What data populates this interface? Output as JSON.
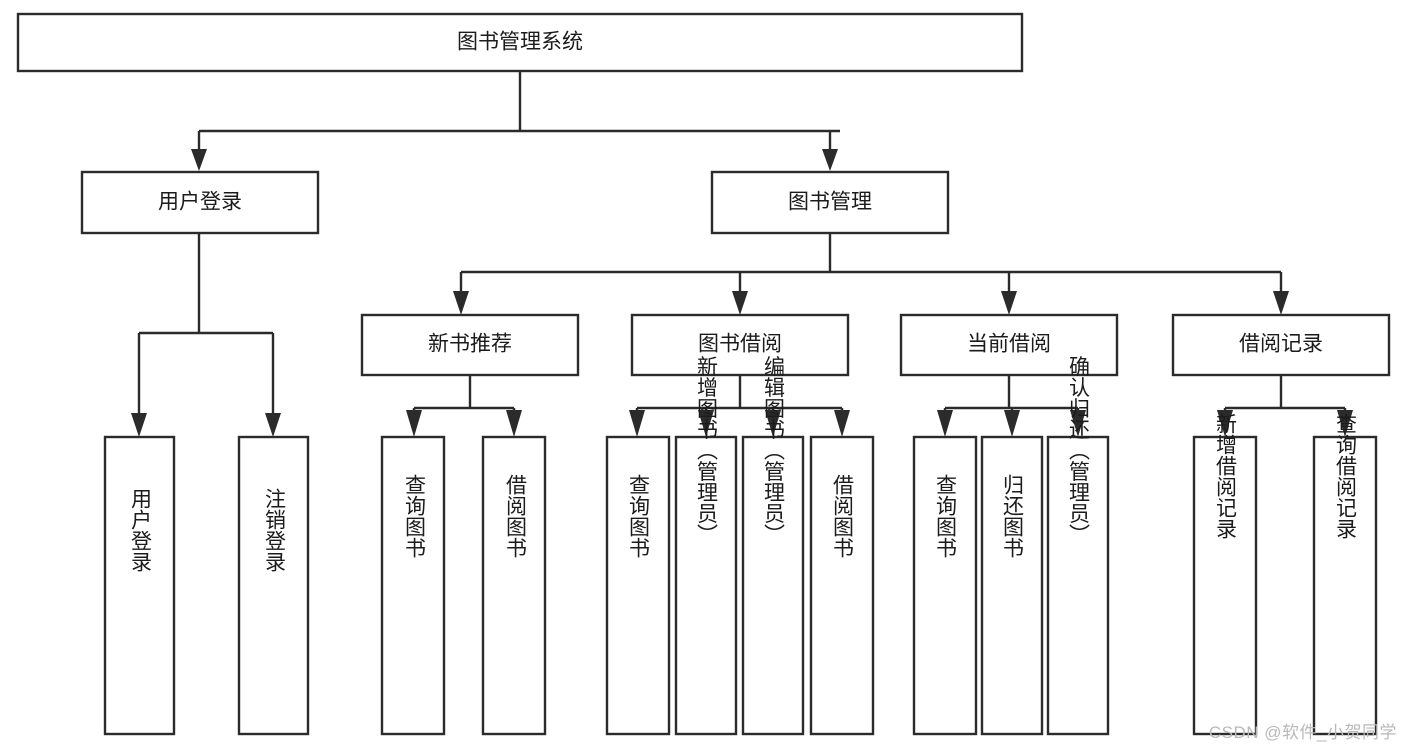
{
  "diagram": {
    "type": "tree",
    "title": "图书管理系统",
    "orientation": "top-down",
    "colors": {
      "stroke": "#2b2b2b",
      "fill": "#ffffff",
      "text": "#1b1b1b",
      "background": "#ffffff",
      "watermark": "#b9b9b9"
    },
    "nodes": {
      "root": {
        "label": "图书管理系统",
        "level": 0,
        "orientation": "horizontal"
      },
      "user_login": {
        "label": "用户登录",
        "level": 1,
        "orientation": "horizontal"
      },
      "book_manage": {
        "label": "图书管理",
        "level": 1,
        "orientation": "horizontal"
      },
      "new_book_rec": {
        "label": "新书推荐",
        "level": 2,
        "orientation": "horizontal"
      },
      "book_borrow": {
        "label": "图书借阅",
        "level": 2,
        "orientation": "horizontal"
      },
      "current_borrow": {
        "label": "当前借阅",
        "level": 2,
        "orientation": "horizontal"
      },
      "borrow_record": {
        "label": "借阅记录",
        "level": 2,
        "orientation": "horizontal"
      },
      "leaf_user_login": {
        "label": "用户登录",
        "level": 3,
        "orientation": "vertical"
      },
      "leaf_logout": {
        "label": "注销登录",
        "level": 3,
        "orientation": "vertical"
      },
      "leaf_query_book_a": {
        "label": "查询图书",
        "level": 3,
        "orientation": "vertical"
      },
      "leaf_borrow_book_a": {
        "label": "借阅图书",
        "level": 3,
        "orientation": "vertical"
      },
      "leaf_query_book_b": {
        "label": "查询图书",
        "level": 3,
        "orientation": "vertical"
      },
      "leaf_add_book": {
        "label": "新增图书（管理员）",
        "level": 3,
        "orientation": "vertical"
      },
      "leaf_edit_book": {
        "label": "编辑图书（管理员）",
        "level": 3,
        "orientation": "vertical"
      },
      "leaf_borrow_book_b": {
        "label": "借阅图书",
        "level": 3,
        "orientation": "vertical"
      },
      "leaf_query_book_c": {
        "label": "查询图书",
        "level": 3,
        "orientation": "vertical"
      },
      "leaf_return_book": {
        "label": "归还图书",
        "level": 3,
        "orientation": "vertical"
      },
      "leaf_confirm_return": {
        "label": "确认归还（管理员）",
        "level": 3,
        "orientation": "vertical"
      },
      "leaf_add_record": {
        "label": "新增借阅记录",
        "level": 3,
        "orientation": "vertical"
      },
      "leaf_query_record": {
        "label": "查询借阅记录",
        "level": 3,
        "orientation": "vertical"
      }
    },
    "edges": [
      {
        "from": "root",
        "to": "user_login"
      },
      {
        "from": "root",
        "to": "book_manage"
      },
      {
        "from": "user_login",
        "to": "leaf_user_login"
      },
      {
        "from": "user_login",
        "to": "leaf_logout"
      },
      {
        "from": "book_manage",
        "to": "new_book_rec"
      },
      {
        "from": "book_manage",
        "to": "book_borrow"
      },
      {
        "from": "book_manage",
        "to": "current_borrow"
      },
      {
        "from": "book_manage",
        "to": "borrow_record"
      },
      {
        "from": "new_book_rec",
        "to": "leaf_query_book_a"
      },
      {
        "from": "new_book_rec",
        "to": "leaf_borrow_book_a"
      },
      {
        "from": "book_borrow",
        "to": "leaf_query_book_b"
      },
      {
        "from": "book_borrow",
        "to": "leaf_add_book"
      },
      {
        "from": "book_borrow",
        "to": "leaf_edit_book"
      },
      {
        "from": "book_borrow",
        "to": "leaf_borrow_book_b"
      },
      {
        "from": "current_borrow",
        "to": "leaf_query_book_c"
      },
      {
        "from": "current_borrow",
        "to": "leaf_return_book"
      },
      {
        "from": "current_borrow",
        "to": "leaf_confirm_return"
      },
      {
        "from": "borrow_record",
        "to": "leaf_add_record"
      },
      {
        "from": "borrow_record",
        "to": "leaf_query_record"
      }
    ]
  },
  "watermark": {
    "label": "CSDN @软件_小贺同学"
  }
}
